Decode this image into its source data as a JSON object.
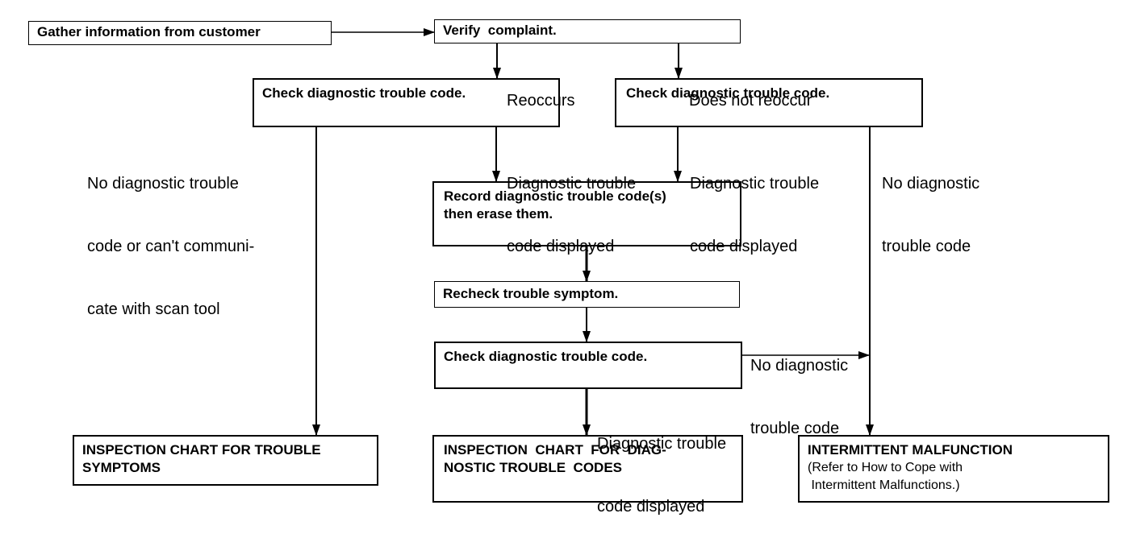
{
  "nodes": {
    "gather": {
      "lines": [
        "Gather information from customer"
      ]
    },
    "verify": {
      "lines": [
        "Verify  complaint."
      ]
    },
    "check_left": {
      "lines": [
        "Check diagnostic trouble code."
      ]
    },
    "check_right": {
      "lines": [
        "Check diagnostic trouble code."
      ]
    },
    "record": {
      "lines": [
        "Record diagnostic trouble code(s)",
        "then erase them."
      ]
    },
    "recheck": {
      "lines": [
        "Recheck trouble symptom."
      ]
    },
    "check_center": {
      "lines": [
        "Check diagnostic trouble code."
      ]
    },
    "inspect_symptoms": {
      "lines": [
        "INSPECTION CHART FOR TROUBLE",
        "SYMPTOMS"
      ]
    },
    "inspect_codes": {
      "lines": [
        "INSPECTION  CHART  FOR  DIAG-",
        "NOSTIC TROUBLE  CODES"
      ]
    },
    "intermittent": {
      "lines": [
        "INTERMITTENT MALFUNCTION"
      ],
      "sub_lines": [
        "(Refer to How to Cope with",
        " Intermittent Malfunctions.)"
      ]
    }
  },
  "edge_labels": {
    "reoccurs": {
      "lines": [
        "Reoccurs"
      ]
    },
    "does_not_reoccur": {
      "lines": [
        "Does not reoccur"
      ]
    },
    "no_code_left": {
      "lines": [
        "No diagnostic trouble",
        "code or can't communi-",
        "cate with scan tool"
      ]
    },
    "code_displayed_left": {
      "lines": [
        "Diagnostic trouble",
        "code displayed"
      ]
    },
    "code_displayed_right": {
      "lines": [
        "Diagnostic trouble",
        "code displayed"
      ]
    },
    "no_code_right": {
      "lines": [
        "No diagnostic",
        "trouble code"
      ]
    },
    "no_code_center": {
      "lines": [
        "No diagnostic",
        "trouble code"
      ]
    },
    "code_displayed_center": {
      "lines": [
        "Diagnostic trouble",
        "code displayed"
      ]
    }
  }
}
